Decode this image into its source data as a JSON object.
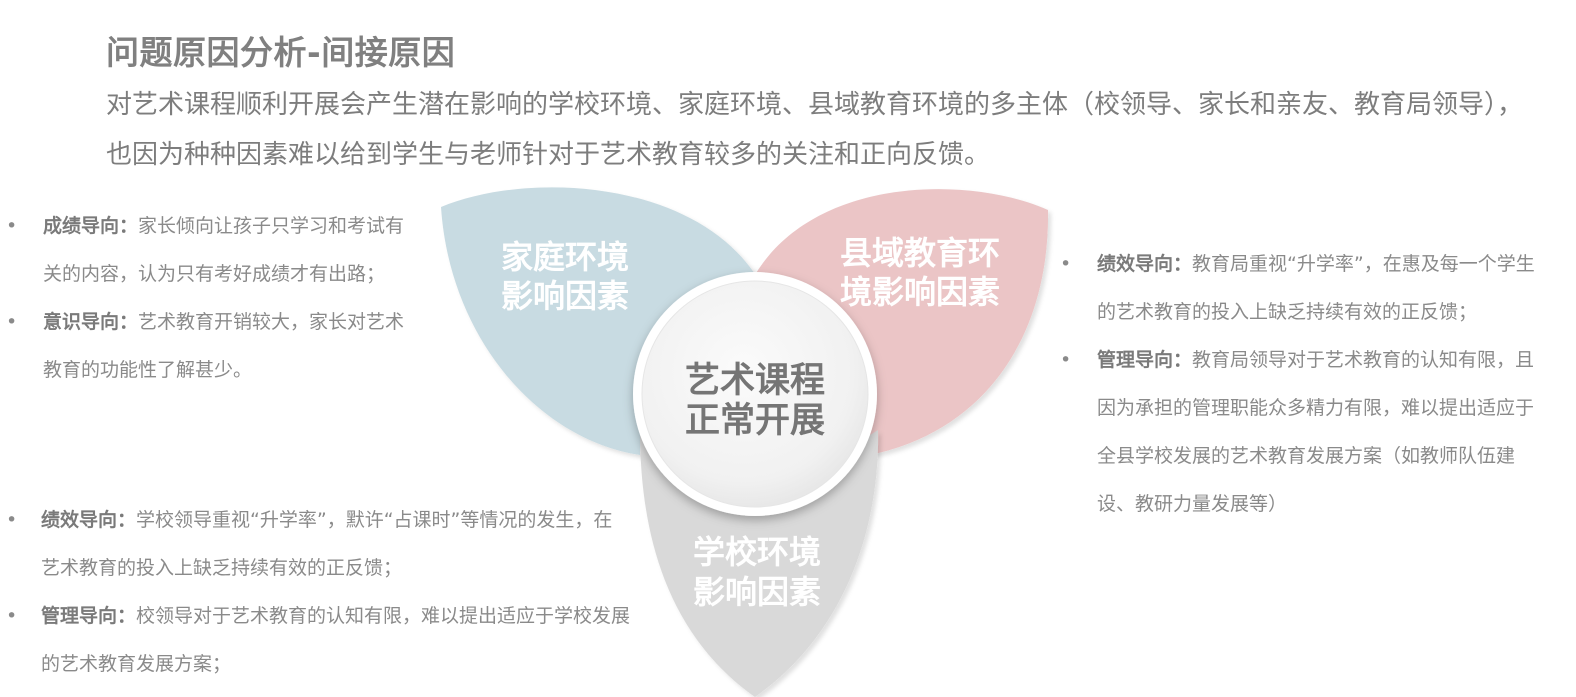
{
  "title": "问题原因分析-间接原因",
  "subtitle": "对艺术课程顺利开展会产生潜在影响的学校环境、家庭环境、县域教育环境的多主体（校领导、家长和亲友、教育局领导），也因为种种因素难以给到学生与老师针对于艺术教育较多的关注和正向反馈。",
  "diagram": {
    "center": [
      "艺术课程",
      "正常开展"
    ],
    "petals": {
      "family": {
        "lines": [
          "家庭环境",
          "影响因素"
        ],
        "color": "#c8dbe2"
      },
      "county": {
        "lines": [
          "县域教育环",
          "境影响因素"
        ],
        "color": "#ebc5c6"
      },
      "school": {
        "lines": [
          "学校环境",
          "影响因素"
        ],
        "color": "#d9d9d9"
      }
    }
  },
  "bullet_symbol": "•",
  "family_points": [
    {
      "keyword": "成绩导向：",
      "text": "家长倾向让孩子只学习和考试有关的内容，认为只有考好成绩才有出路；"
    },
    {
      "keyword": "意识导向：",
      "text": "艺术教育开销较大，家长对艺术教育的功能性了解甚少。"
    }
  ],
  "county_points": [
    {
      "keyword": "绩效导向：",
      "text": "教育局重视“升学率”，在惠及每一个学生的艺术教育的投入上缺乏持续有效的正反馈；"
    },
    {
      "keyword": "管理导向：",
      "text": "教育局领导对于艺术教育的认知有限，且因为承担的管理职能众多精力有限，难以提出适应于全县学校发展的艺术教育发展方案（如教师队伍建设、教研力量发展等）"
    }
  ],
  "school_points": [
    {
      "keyword": "绩效导向：",
      "text": "学校领导重视“升学率”，默许“占课时”等情况的发生，在艺术教育的投入上缺乏持续有效的正反馈；"
    },
    {
      "keyword": "管理导向：",
      "text": "校领导对于艺术教育的认知有限，难以提出适应于学校发展的艺术教育发展方案；"
    }
  ]
}
